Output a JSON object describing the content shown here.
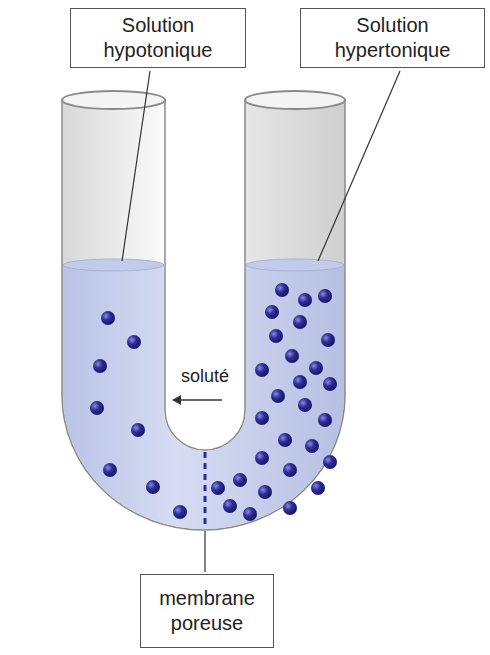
{
  "diagram": {
    "nodes": [
      {
        "text": [
          "Solution hypotonique"
        ]
      },
      {
        "text": [
          "Solution hypertonique"
        ]
      },
      {
        "text": [
          "membrane poreuse"
        ]
      }
    ],
    "labels": [
      "soluté"
    ]
  }
}
